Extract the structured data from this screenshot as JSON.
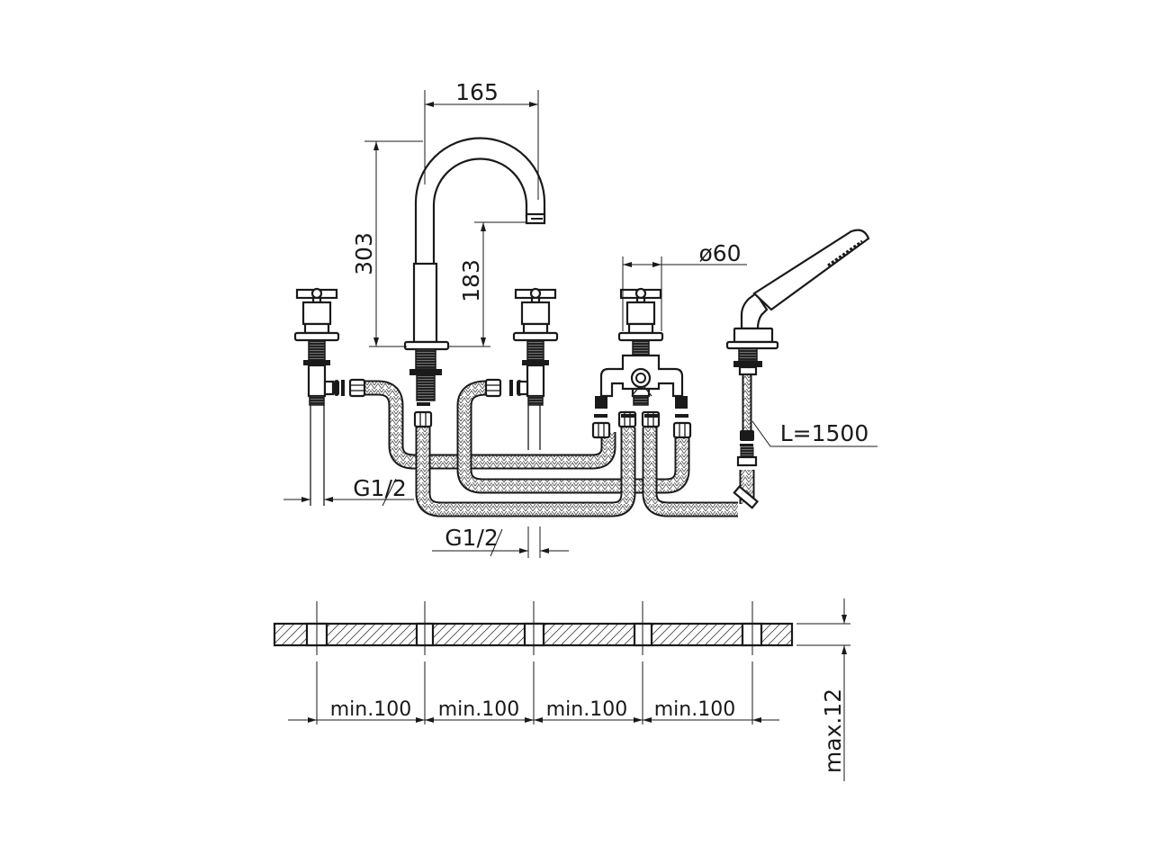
{
  "drawing": {
    "dim_spout_reach": "165",
    "dim_spout_height": "303",
    "dim_outlet_height": "183",
    "dim_handle_diameter": "ø60",
    "dim_hose_length": "L=1500",
    "dim_thread_left": "G1/2",
    "dim_thread_bottom": "G1/2",
    "dim_spacing": [
      "min.100",
      "min.100",
      "min.100",
      "min.100"
    ],
    "dim_deck_thickness": "max.12"
  }
}
